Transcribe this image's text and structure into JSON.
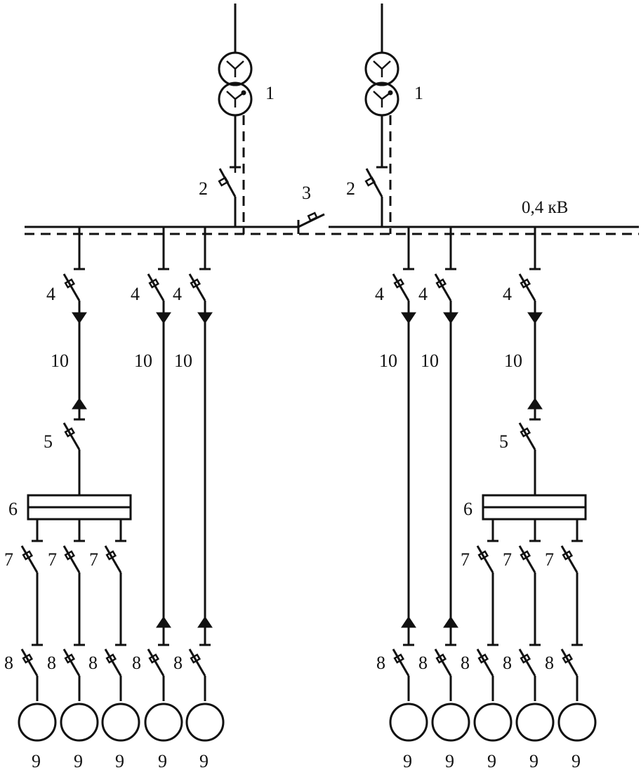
{
  "voltage_label": "0,4 кВ",
  "labels": {
    "transformer": "1",
    "incomer_breaker": "2",
    "sectional_breaker": "3",
    "feeder_breaker": "4",
    "panel_input_breaker": "5",
    "distribution_panel": "6",
    "panel_outgoing_breaker": "7",
    "motor_breaker": "8",
    "motor": "9",
    "cable": "10"
  }
}
